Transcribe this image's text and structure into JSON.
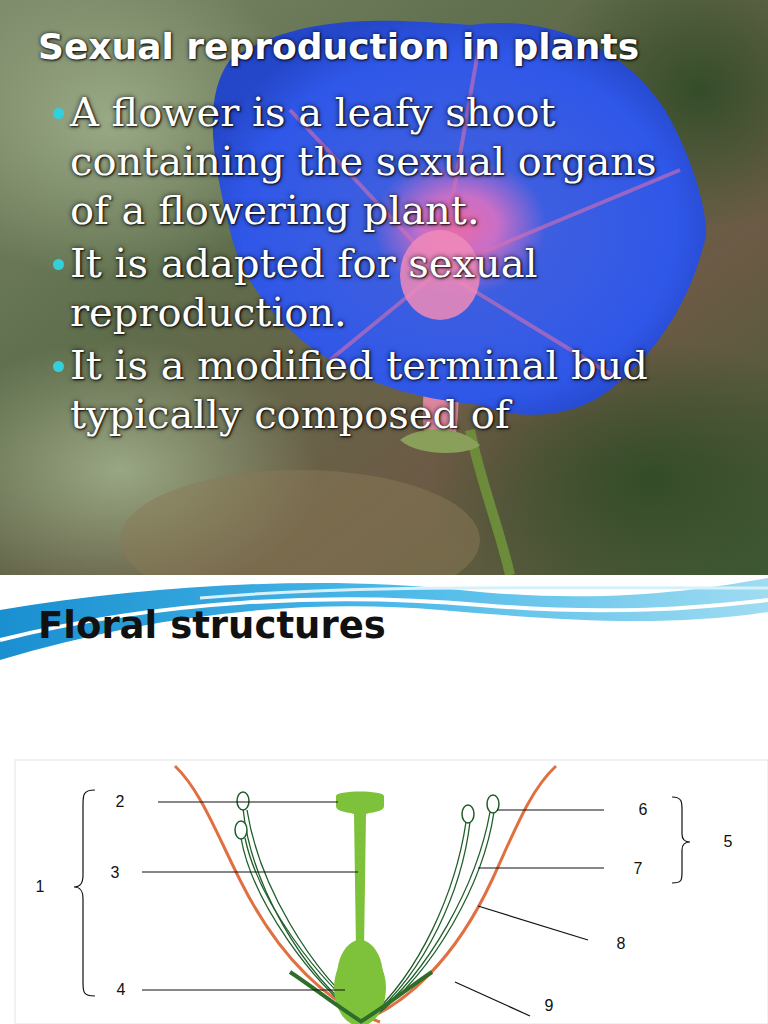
{
  "diagram": {
    "title": "Sexual reproduction in plants",
    "labels": [
      "A flower is a leafy shoot containing the sexual organs of a flowering plant.",
      "It is adapted for sexual reproduction.",
      "It is a modified terminal bud typically composed of",
      "Floral structures",
      "1",
      "2",
      "3",
      "4",
      "5",
      "6",
      "7",
      "8",
      "9"
    ]
  }
}
